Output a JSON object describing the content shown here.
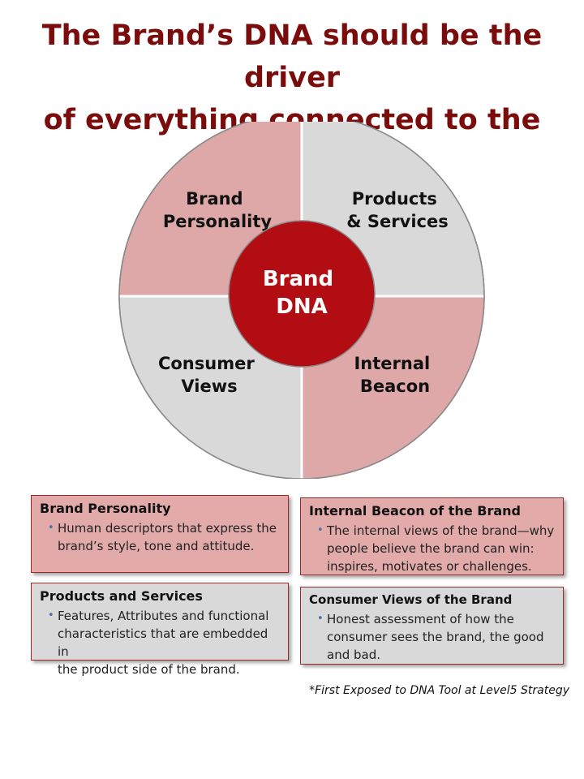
{
  "title": {
    "line1": "The Brand’s DNA should be the driver",
    "line2": "of everything connected to the brand."
  },
  "diagram": {
    "center": {
      "line1": "Brand",
      "line2": "DNA",
      "color": "#b30d14"
    },
    "quadrants": [
      {
        "position": "top-left",
        "line1": "Brand",
        "line2": "Personality",
        "color": "#dea7a8"
      },
      {
        "position": "top-right",
        "line1": "Products",
        "line2": "& Services",
        "color": "#d9d9d9"
      },
      {
        "position": "bottom-left",
        "line1": "Consumer",
        "line2": "Views",
        "color": "#d9d9d9"
      },
      {
        "position": "bottom-right",
        "line1": "Internal",
        "line2": "Beacon",
        "color": "#dea7a8"
      }
    ]
  },
  "boxes": {
    "brand_personality": {
      "heading": "Brand Personality",
      "lines": [
        "Human descriptors that express the",
        "brand’s style, tone and attitude."
      ]
    },
    "internal_beacon": {
      "heading": "Internal Beacon of the Brand",
      "lines": [
        "The internal views of the brand—why",
        "people believe the brand can win:",
        "inspires, motivates or challenges."
      ]
    },
    "products_services": {
      "heading": "Products and Services",
      "lines": [
        "Features, Attributes and functional",
        "characteristics that are embedded in",
        "the product side of the brand."
      ]
    },
    "consumer_views": {
      "heading": "Consumer  Views of the Brand",
      "lines": [
        "Honest assessment of how the",
        "consumer sees the brand, the good",
        "and bad."
      ]
    }
  },
  "footnote": "*First Exposed to DNA Tool at Level5 Strategy"
}
